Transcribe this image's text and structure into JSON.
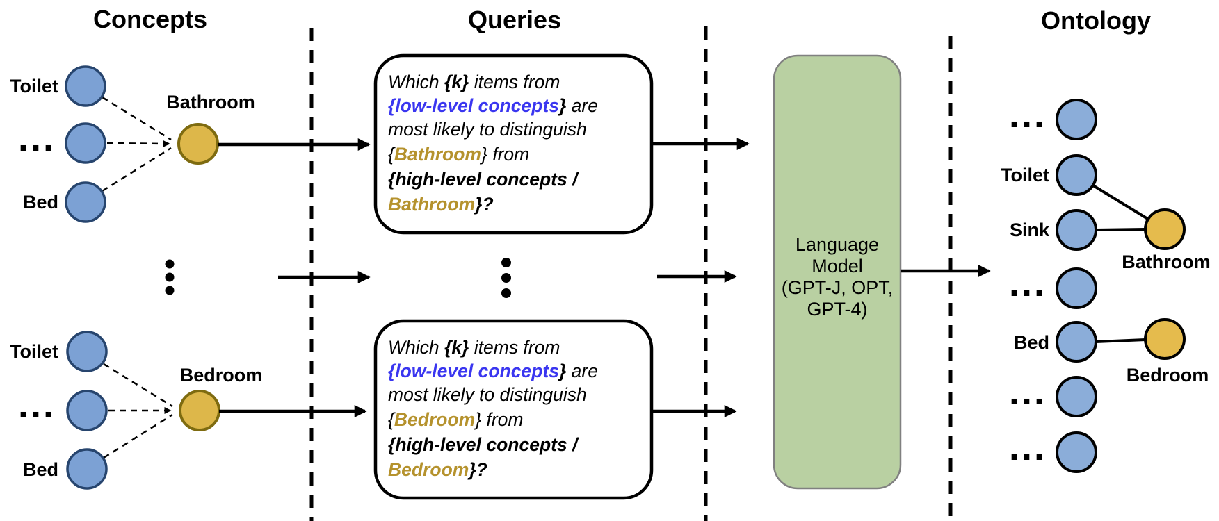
{
  "titles": {
    "concepts": "Concepts",
    "queries": "Queries",
    "ontology": "Ontology"
  },
  "colors": {
    "concept_child_fill": "#7ca1d4",
    "concept_child_stroke": "#27456e",
    "concept_parent_fill": "#ddb74a",
    "concept_parent_stroke": "#7e6b10",
    "ontology_child_fill": "#8badd9",
    "ontology_parent_fill": "#e5bb4d",
    "language_model_fill": "#b9d0a2",
    "query_blue_text": "#3a36f0",
    "query_gold_text": "#b5922d"
  },
  "concepts_panel": {
    "group1": {
      "parent_label": "Bathroom",
      "top_label": "Toilet",
      "mid_label": "...",
      "bottom_label": "Bed"
    },
    "group2": {
      "parent_label": "Bedroom",
      "top_label": "Toilet",
      "mid_label": "...",
      "bottom_label": "Bed"
    }
  },
  "queries": {
    "box1": {
      "lines": {
        "l1": [
          "Which ",
          "{k}",
          " items from"
        ],
        "l2": [
          "{low-level concepts",
          "}",
          " are"
        ],
        "l3": [
          "most likely to distinguish"
        ],
        "l4": [
          "{",
          "Bathroom",
          "}",
          " from"
        ],
        "l5": [
          "{high-level concepts /"
        ],
        "l6": [
          "Bathroom",
          "}?"
        ]
      }
    },
    "box2": {
      "lines": {
        "l1": [
          "Which ",
          "{k}",
          " items from"
        ],
        "l2": [
          "{low-level concepts",
          "}",
          " are"
        ],
        "l3": [
          "most likely to distinguish"
        ],
        "l4": [
          "{",
          "Bedroom",
          "}",
          " from"
        ],
        "l5": [
          "{high-level concepts /"
        ],
        "l6": [
          "Bedroom",
          "}?"
        ]
      }
    }
  },
  "language_model": {
    "lines": [
      "Language",
      "Model",
      "(GPT-J, OPT,",
      "GPT-4)"
    ]
  },
  "ontology_panel": {
    "node_labels": [
      "...",
      "Toilet",
      "Sink",
      "...",
      "Bed",
      "...",
      "..."
    ],
    "parent_labels": [
      "Bathroom",
      "Bedroom"
    ]
  }
}
